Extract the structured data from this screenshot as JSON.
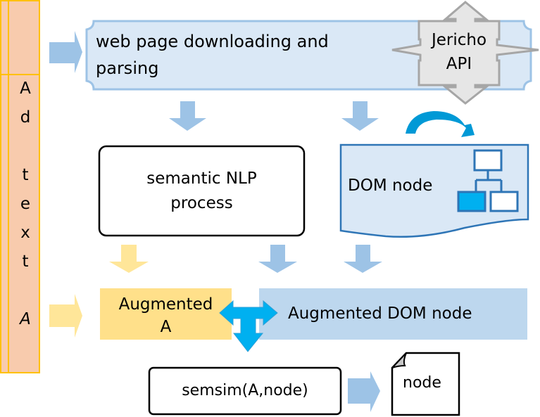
{
  "colors": {
    "ad_panel_fill": "#f8cbad",
    "ad_panel_border": "#ffc000",
    "light_blue_fill": "#dae8f6",
    "light_blue_border": "#9dc3e6",
    "arrow_blue": "#9dc3e6",
    "arrow_yellow": "#ffe699",
    "augmented_a_fill": "#ffe08a",
    "augmented_dom_fill": "#bdd7ee",
    "jericho_fill": "#e6e6e6",
    "jericho_border": "#a6a6a6",
    "dom_doc_border": "#2e75b6",
    "dom_icon_accent": "#00b0f0",
    "cross_arrow": "#00b0f0",
    "curved_arrow": "#0099d6",
    "box_border": "#000000"
  },
  "ad_text_panel": {
    "letters": [
      "A",
      "d",
      "",
      "t",
      "e",
      "x",
      "t",
      "",
      "A"
    ],
    "label": "Ad text A"
  },
  "nodes": {
    "web_page": {
      "line1": "web page downloading and",
      "line2": "parsing"
    },
    "jericho": {
      "line1": "Jericho",
      "line2": "API"
    },
    "semantic_nlp": {
      "line1": "semantic NLP",
      "line2": "process"
    },
    "dom_node": {
      "label": "DOM node"
    },
    "augmented_a": {
      "line1": "Augmented",
      "line2": "A"
    },
    "augmented_dom": {
      "label": "Augmented DOM node"
    },
    "semsim": {
      "label": "semsim(A,node)"
    },
    "output_node": {
      "label": "node"
    }
  },
  "icons": {
    "dom_tree": "hierarchy-icon",
    "curved_arrow": "circular-arrow-icon",
    "jericho_shape": "four-way-arrow-icon",
    "cross_arrow": "three-way-arrow-icon",
    "output_doc": "document-folded-corner-icon"
  }
}
